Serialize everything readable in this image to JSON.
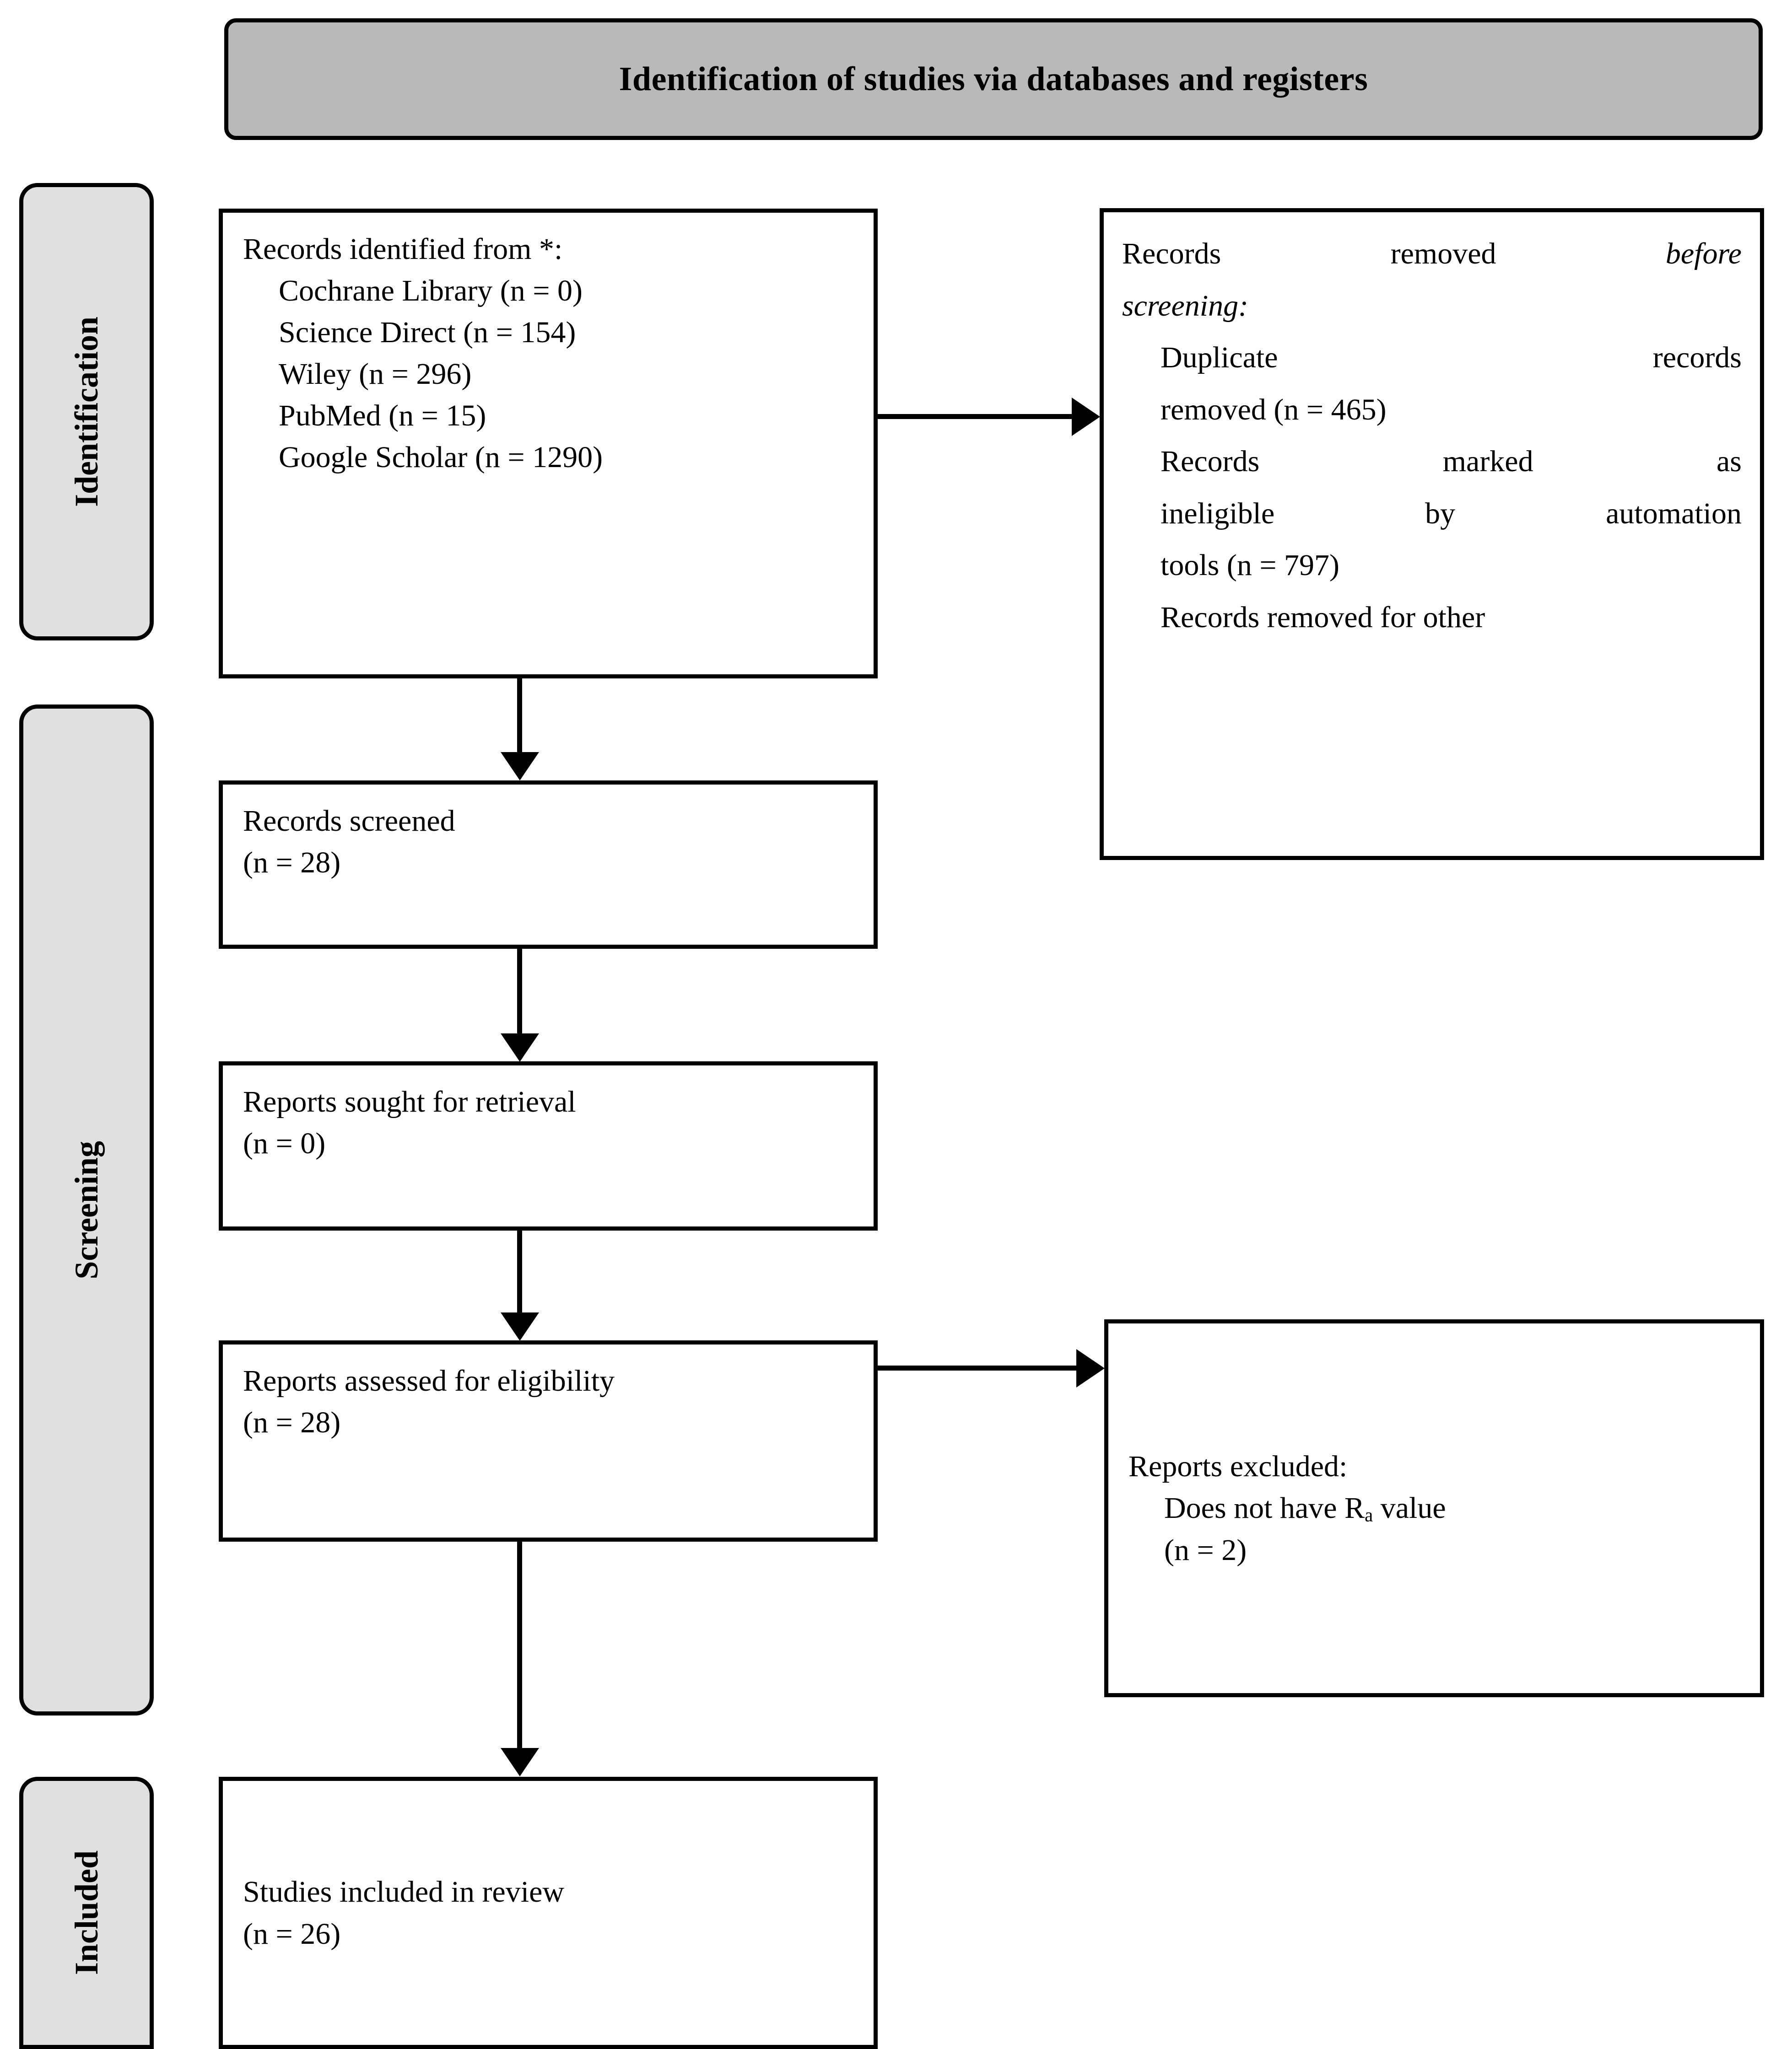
{
  "header": {
    "title": "Identification of studies via databases and registers"
  },
  "stages": [
    {
      "id": "identification",
      "label": "Identification"
    },
    {
      "id": "screening",
      "label": "Screening"
    },
    {
      "id": "included",
      "label": "Included"
    }
  ],
  "boxes": {
    "identified": {
      "title": "Records identified from *:",
      "sources": [
        {
          "name": "Cochrane Library",
          "n": "0",
          "text": "Cochrane Library (n = 0)"
        },
        {
          "name": "Science Direct",
          "n": "154",
          "text": "Science Direct (n = 154)"
        },
        {
          "name": "Wiley",
          "n": "296",
          "text": "Wiley (n = 296)"
        },
        {
          "name": "PubMed",
          "n": "15",
          "text": "PubMed (n = 15)"
        },
        {
          "name": "Google Scholar",
          "n": "1290",
          "text": "Google Scholar (n = 1290)"
        }
      ]
    },
    "removed": {
      "title_part1": "Records",
      "title_part2": "removed",
      "title_part3": "before",
      "title_part4": "screening:",
      "l1a": "Duplicate",
      "l1b": "records",
      "l2": "removed    (n = 465)",
      "l3a": "Records",
      "l3b": "marked",
      "l3c": "as",
      "l4a": "ineligible",
      "l4b": "by",
      "l4c": "automation",
      "l5": "tools (n = 797)",
      "l6": "Records removed for other"
    },
    "screened": {
      "label": "Records screened",
      "count": "(n = 28)"
    },
    "sought": {
      "label": "Reports sought for retrieval",
      "count": "(n = 0)"
    },
    "assessed": {
      "label": "Reports assessed for eligibility",
      "count": "(n = 28)"
    },
    "excluded": {
      "label": "Reports excluded:",
      "reason_prefix": "Does not have R",
      "reason_sub": "a",
      "reason_suffix": " value",
      "count": "(n = 2)"
    },
    "included": {
      "label": "Studies included in review",
      "count": "(n = 26)"
    }
  },
  "colors": {
    "header_fill": "#b9b9b9",
    "stage_fill": "#e0e0e0",
    "border": "#000000",
    "box_fill": "#ffffff"
  }
}
